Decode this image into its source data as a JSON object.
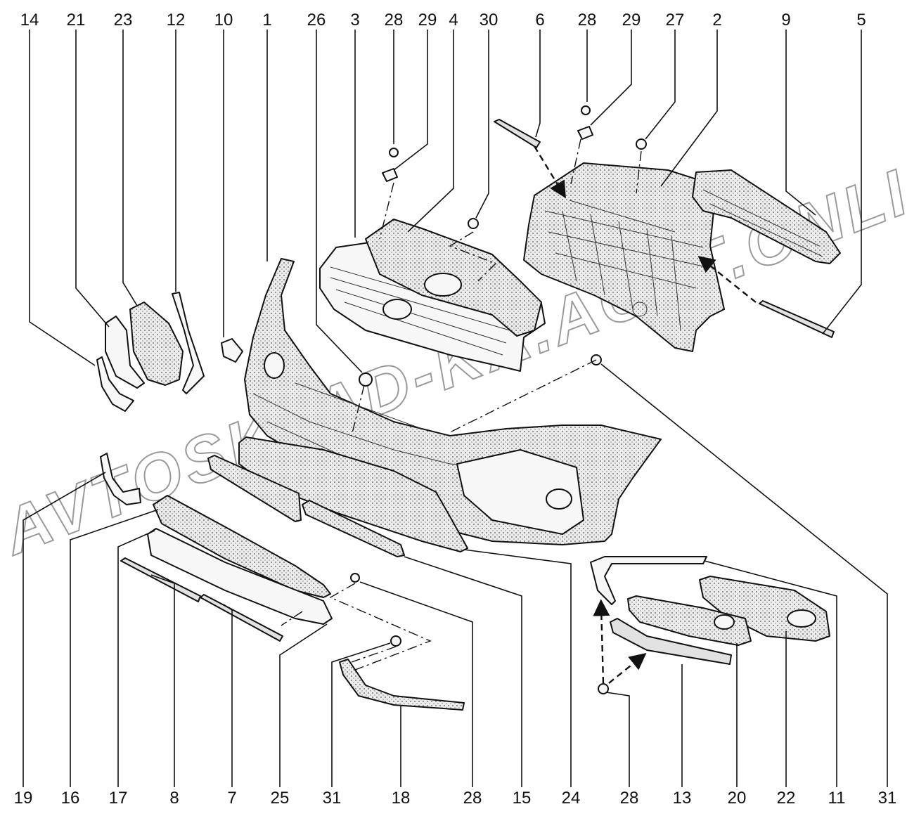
{
  "diagram": {
    "top_labels": [
      "14",
      "21",
      "23",
      "12",
      "10",
      "1",
      "26",
      "3",
      "28",
      "29",
      "4",
      "30",
      "6",
      "28",
      "29",
      "27",
      "2",
      "9",
      "5"
    ],
    "bottom_labels": [
      "19",
      "16",
      "17",
      "8",
      "7",
      "25",
      "31",
      "18",
      "28",
      "15",
      "24",
      "28",
      "13",
      "20",
      "22",
      "11",
      "31"
    ],
    "watermark": "AVTOSKLAD-KA.ACAT.ONLINE"
  }
}
